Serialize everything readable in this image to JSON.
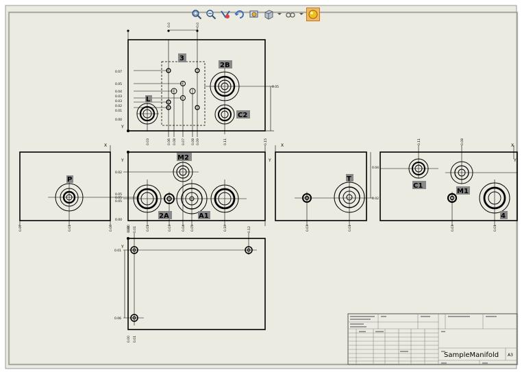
{
  "app": {
    "sheet_color": "#ecebe1",
    "line_color": "#000000",
    "frame_color": "#555555"
  },
  "toolbar": {
    "icons": [
      "zoom-to-fit-icon",
      "zoom-to-area-icon",
      "previous-view-icon",
      "rotate-view-icon",
      "hide-show-items-icon",
      "display-style-icon",
      "view-settings-icon",
      "appearance-icon"
    ]
  },
  "views": {
    "top": {
      "label_3": "3",
      "label_2b": "2B",
      "label_c2": "C2",
      "label_l": "L"
    },
    "front": {
      "label_m2": "M2",
      "label_2a": "2A",
      "label_a1": "A1"
    },
    "left": {
      "label_p": "P"
    },
    "right": {
      "label_t": "T"
    },
    "far_right": {
      "label_c1": "C1",
      "label_m1": "M1",
      "label_4": "4"
    },
    "axis_x": "X",
    "axis_y": "Y"
  },
  "title_block": {
    "part_name": "SampleManifold",
    "sheet_size": "A3"
  }
}
